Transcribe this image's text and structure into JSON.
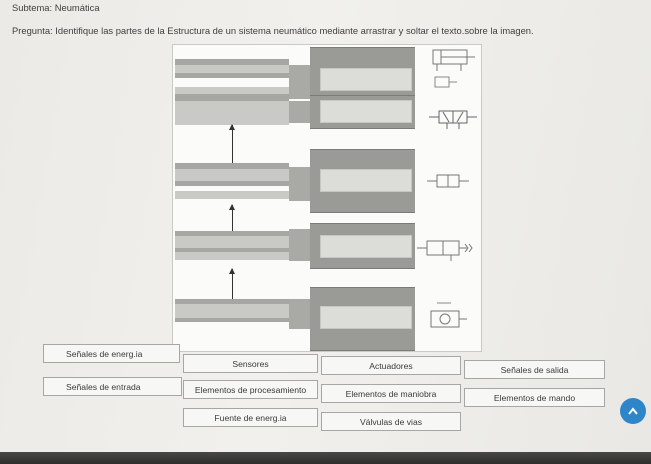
{
  "header": {
    "subtema": "Subtema: Neumática",
    "pregunta": "Pregunta: Identifique las partes de la Estructura de un sistema neumático mediante arrastrar y soltar el texto.sobre la imagen."
  },
  "options": [
    {
      "key": "senales-energia",
      "label": "Señales de energ.ia"
    },
    {
      "key": "sensores",
      "label": "Sensores"
    },
    {
      "key": "actuadores",
      "label": "Actuadores"
    },
    {
      "key": "senales-salida",
      "label": "Señales de salida"
    },
    {
      "key": "senales-entrada",
      "label": "Señales de entrada"
    },
    {
      "key": "elementos-procesamiento",
      "label": "Elementos de procesamiento"
    },
    {
      "key": "elementos-maniobra",
      "label": "Elementos de maniobra"
    },
    {
      "key": "elementos-mando",
      "label": "Elementos de mando"
    },
    {
      "key": "fuente-energia",
      "label": "Fuente de energ.ia"
    },
    {
      "key": "valvulas-vias",
      "label": "Válvulas de vias"
    }
  ],
  "diagram": {
    "symbols": [
      "cylinder-icon",
      "directional-valve-icon",
      "valve-icon",
      "limit-valve-icon",
      "compressor-icon"
    ]
  },
  "colors": {
    "accent": "#2e86c9"
  }
}
